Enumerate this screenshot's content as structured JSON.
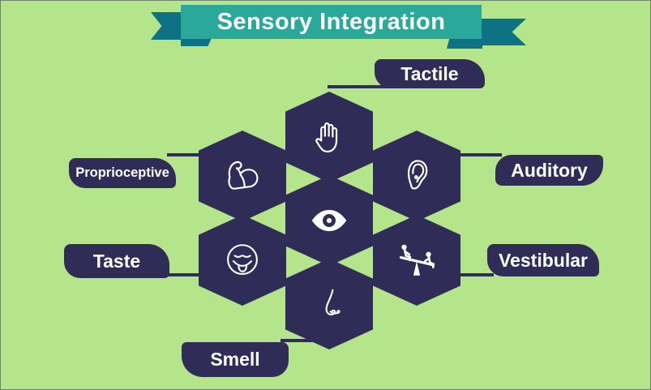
{
  "banner": {
    "title": "Sensory Integration"
  },
  "colors": {
    "background": "#b5e58a",
    "hexagon": "#2f2c58",
    "banner_teal": "#2aa99b",
    "ribbon_dark_teal": "#0d7384",
    "icon_and_text": "#ffffff"
  },
  "center": {
    "icon": "eye-icon"
  },
  "senses": [
    {
      "label": "Tactile",
      "icon": "hand-icon"
    },
    {
      "label": "Auditory",
      "icon": "ear-icon"
    },
    {
      "label": "Vestibular",
      "icon": "seesaw-icon"
    },
    {
      "label": "Smell",
      "icon": "nose-icon"
    },
    {
      "label": "Taste",
      "icon": "smiley-tongue-icon"
    },
    {
      "label": "Proprioceptive",
      "icon": "flexed-arm-icon"
    }
  ]
}
